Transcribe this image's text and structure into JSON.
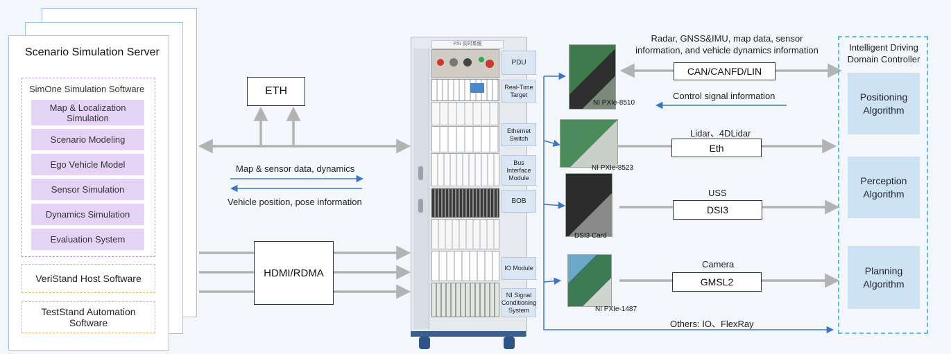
{
  "server": {
    "title": "Scenario Simulation Server",
    "simone_label": "SimOne Simulation Software",
    "modules": [
      "Map & Localization Simulation",
      "Scenario Modeling",
      "Ego Vehicle Model",
      "Sensor Simulation",
      "Dynamics Simulation",
      "Evaluation System"
    ],
    "veristand": "VeriStand Host Software",
    "teststand": "TestStand Automation Software"
  },
  "links": {
    "eth": "ETH",
    "hdmi": "HDMI/RDMA",
    "map_sensor": "Map & sensor data, dynamics",
    "vehicle_position": "Vehicle position, pose information"
  },
  "rack": {
    "header": "PXI 实时系统",
    "tags": [
      "PDU",
      "Real-Time Target",
      "Ethernet Switch",
      "Bus Interface Module",
      "BOB",
      "IO Module",
      "NI Signal Conditioning System"
    ]
  },
  "cards": [
    {
      "name": "NI PXIe-8510"
    },
    {
      "name": "NI PXIe-8523"
    },
    {
      "name": "DSI3 Card"
    },
    {
      "name": "NI PXIe-1487"
    }
  ],
  "signals": {
    "radar_info": "Radar, GNSS&IMU, map data, sensor information, and vehicle dynamics information",
    "can": "CAN/CANFD/LIN",
    "control": "Control signal information",
    "lidar": "Lidar、4DLidar",
    "eth": "Eth",
    "uss": "USS",
    "dsi3": "DSI3",
    "camera": "Camera",
    "gmsl": "GMSL2",
    "others": "Others:  IO、FlexRay"
  },
  "controller": {
    "title": "Intelligent Driving Domain Controller",
    "algorithms": [
      "Positioning Algorithm",
      "Perception Algorithm",
      "Planning Algorithm"
    ]
  },
  "colors": {
    "accent_blue": "#3e74c4",
    "grey_arrow": "#b3b3b3",
    "purple_dash": "#b98ee6",
    "purple_fill": "#e5d3f6",
    "orange_dash": "#f0b25a",
    "algo_fill": "#cde3f4",
    "controller_dash": "#5bbde0"
  }
}
